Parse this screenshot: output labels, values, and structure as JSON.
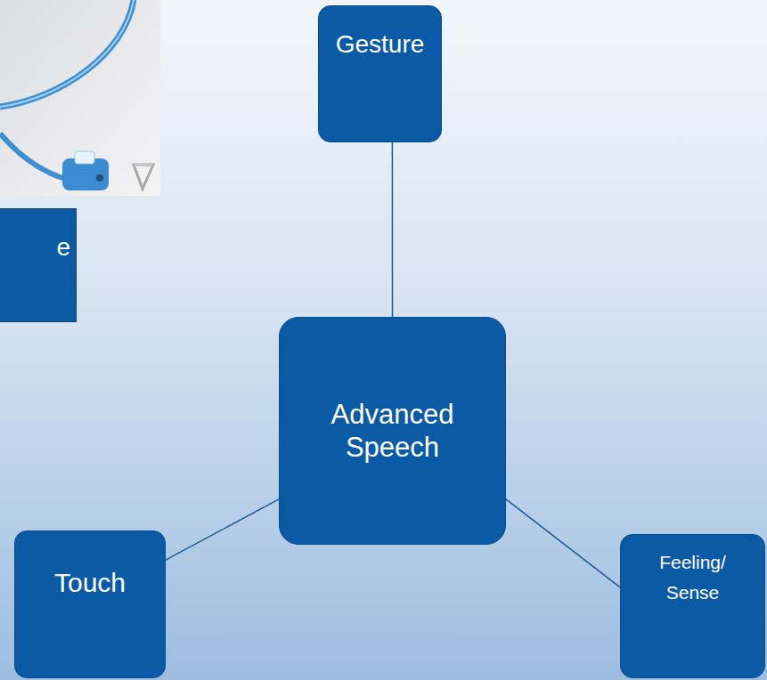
{
  "diagram": {
    "nodes": [
      {
        "text": [
          "Gesture"
        ]
      },
      {
        "text": [
          "e"
        ]
      },
      {
        "text": [
          "Advanced Speech"
        ]
      },
      {
        "text": [
          "Touch"
        ]
      },
      {
        "text": [
          "Feeling/ Sense"
        ]
      }
    ],
    "edges": [
      {
        "from": 0,
        "to": 2,
        "arrow": "none"
      },
      {
        "from": 2,
        "to": 3,
        "arrow": "none"
      },
      {
        "from": 2,
        "to": 4,
        "arrow": "none"
      }
    ]
  }
}
